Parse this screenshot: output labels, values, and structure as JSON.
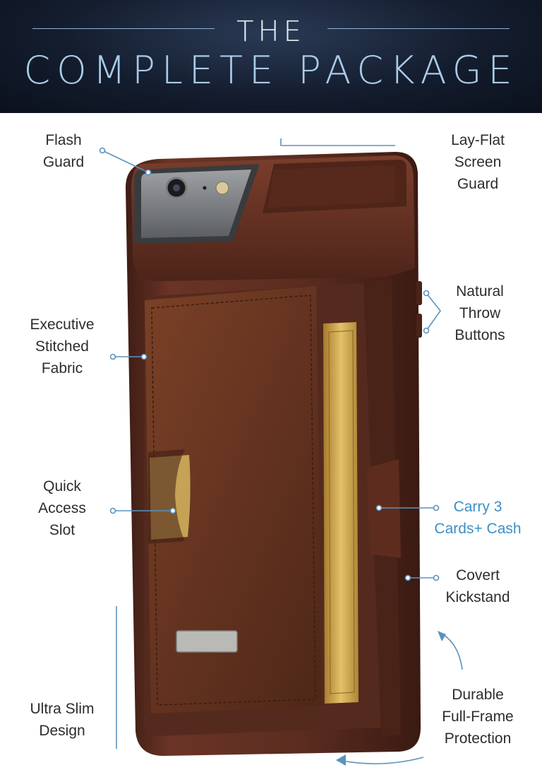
{
  "header": {
    "line1": "THE",
    "line2": "COMPLETE PACKAGE"
  },
  "colors": {
    "banner": "#141d2e",
    "title_light": "#e8eef5",
    "title_accent": "#a9cbe8",
    "label_text": "#2d2d2d",
    "label_accent": "#3d8fc6",
    "callout_line": "#5a93bf",
    "case_brown": "#5b2e22",
    "leather": "#6e3a24",
    "card_gold": "#c9a24a"
  },
  "features": {
    "flash_guard": [
      "Flash",
      "Guard"
    ],
    "lay_flat_screen_guard": [
      "Lay-Flat",
      "Screen",
      "Guard"
    ],
    "executive_stitched_fabric": [
      "Executive",
      "Stitched",
      "Fabric"
    ],
    "natural_throw_buttons": [
      "Natural",
      "Throw",
      "Buttons"
    ],
    "quick_access_slot": [
      "Quick",
      "Access",
      "Slot"
    ],
    "carry_cards_cash": [
      "Carry 3",
      "Cards+ Cash"
    ],
    "covert_kickstand": [
      "Covert",
      "Kickstand"
    ],
    "ultra_slim_design": [
      "Ultra Slim",
      "Design"
    ],
    "durable_full_frame_protection": [
      "Durable",
      "Full-Frame",
      "Protection"
    ]
  },
  "icons": [
    "arrow-icon",
    "callout-dot-icon"
  ]
}
